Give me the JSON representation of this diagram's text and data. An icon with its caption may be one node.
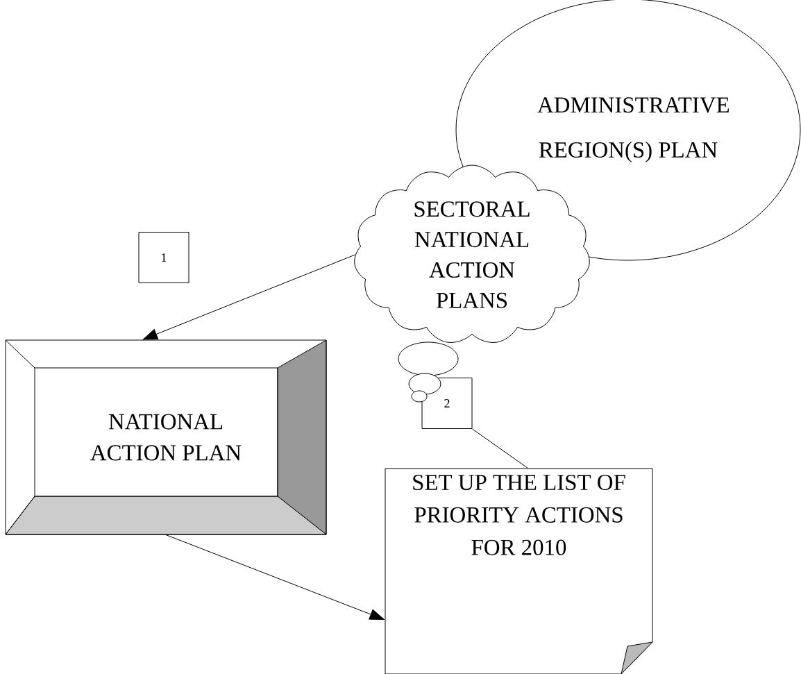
{
  "diagram": {
    "nodes": [
      {
        "text": [
          "ADMINISTRATIVE REGION(S) PLAN"
        ]
      },
      {
        "text": [
          "SECTORAL NATIONAL ACTION PLANS"
        ]
      },
      {
        "text": [
          "1"
        ]
      },
      {
        "text": [
          "NATIONAL ACTION PLAN"
        ]
      },
      {
        "text": [
          "2"
        ]
      },
      {
        "text": [
          "SET UP THE LIST OF PRIORITY ACTIONS FOR 2010"
        ]
      }
    ],
    "edges": [
      {
        "from": 1,
        "to": 3,
        "arrow": "to"
      },
      {
        "from": 3,
        "to": 5,
        "arrow": "to"
      },
      {
        "from": 4,
        "to": 5,
        "arrow": "none"
      }
    ]
  }
}
